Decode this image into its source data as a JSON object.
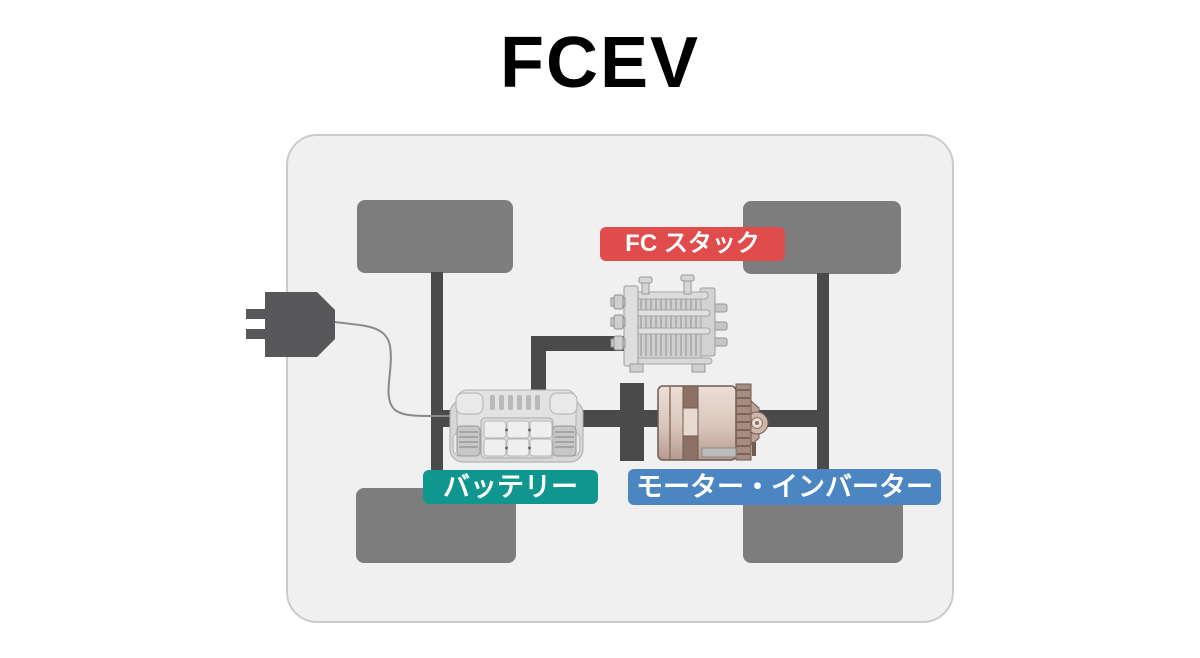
{
  "title": "FCEV",
  "labels": {
    "fc_stack": "FC スタック",
    "battery": "バッテリー",
    "motor_inverter": "モーター・インバーター"
  },
  "colors": {
    "fc_stack_label_bg": "#e04b4b",
    "battery_label_bg": "#0f968f",
    "motor_inverter_label_bg": "#4b86c3",
    "label_text": "#ffffff",
    "title_text": "#000000",
    "vehicle_body_fill": "#f0f0f1",
    "vehicle_body_border": "#cbcbcb",
    "wheel_fill": "#7d7d7d",
    "power_line": "#4a4a4a",
    "plug_fill": "#58585a",
    "charge_cable": "#8a8a8a",
    "page_background": "#ffffff"
  }
}
